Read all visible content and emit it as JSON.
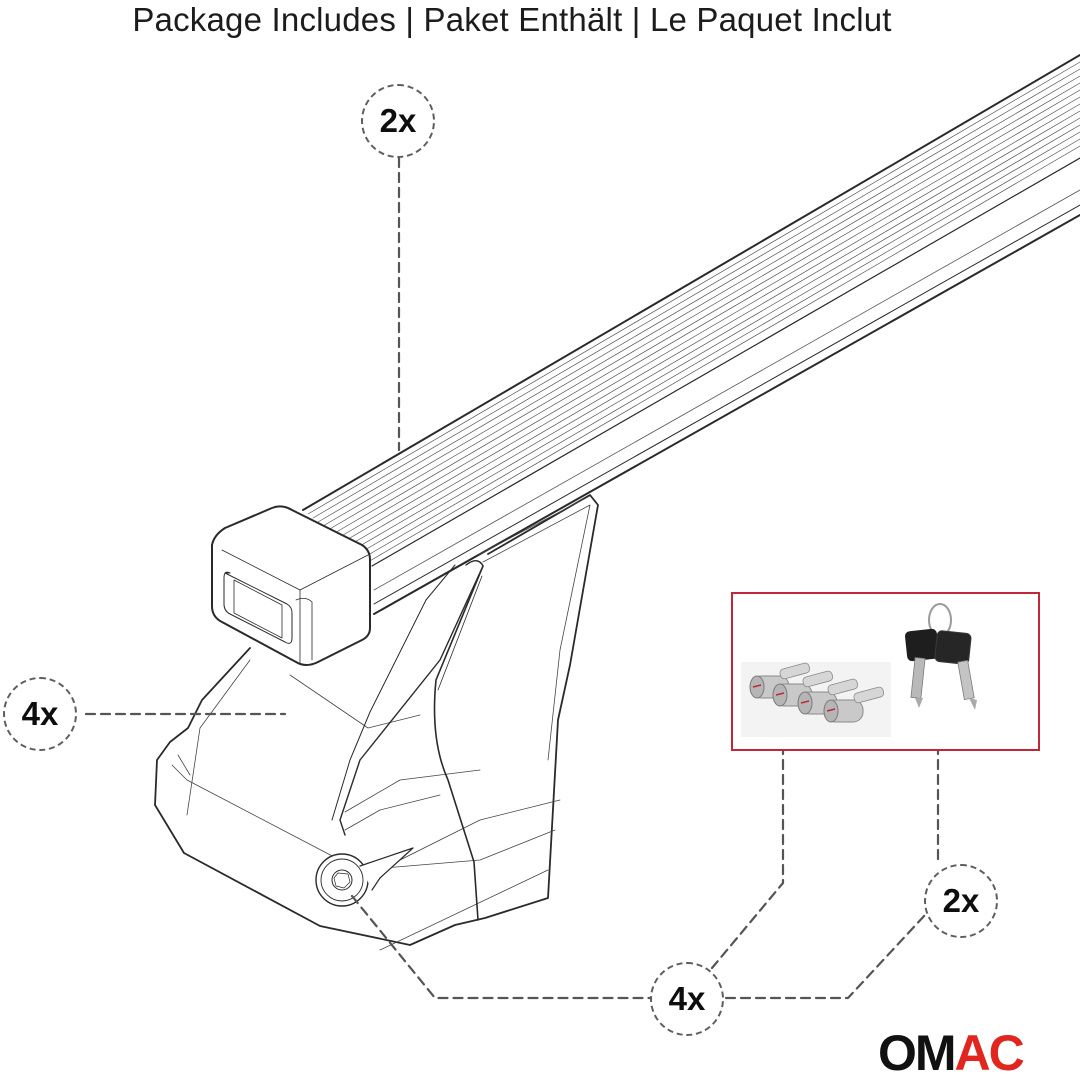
{
  "header": {
    "title": "Package Includes | Paket Enthält | Le Paquet Inclut"
  },
  "callouts": [
    {
      "id": "bars",
      "label": "2x",
      "target": "roof-bar"
    },
    {
      "id": "feet",
      "label": "4x",
      "target": "foot"
    },
    {
      "id": "lock-cylinders",
      "label": "4x",
      "target": "lock-cylinders"
    },
    {
      "id": "keys",
      "label": "2x",
      "target": "keys"
    }
  ],
  "accessories": {
    "border_color": "#c0283a",
    "items": [
      {
        "name": "lock-cylinders",
        "count": 4
      },
      {
        "name": "keys",
        "count": 2
      }
    ]
  },
  "brand": {
    "logo_part1": "OM",
    "logo_part2": "AC",
    "color_dark": "#111111",
    "color_accent": "#e0261f"
  }
}
